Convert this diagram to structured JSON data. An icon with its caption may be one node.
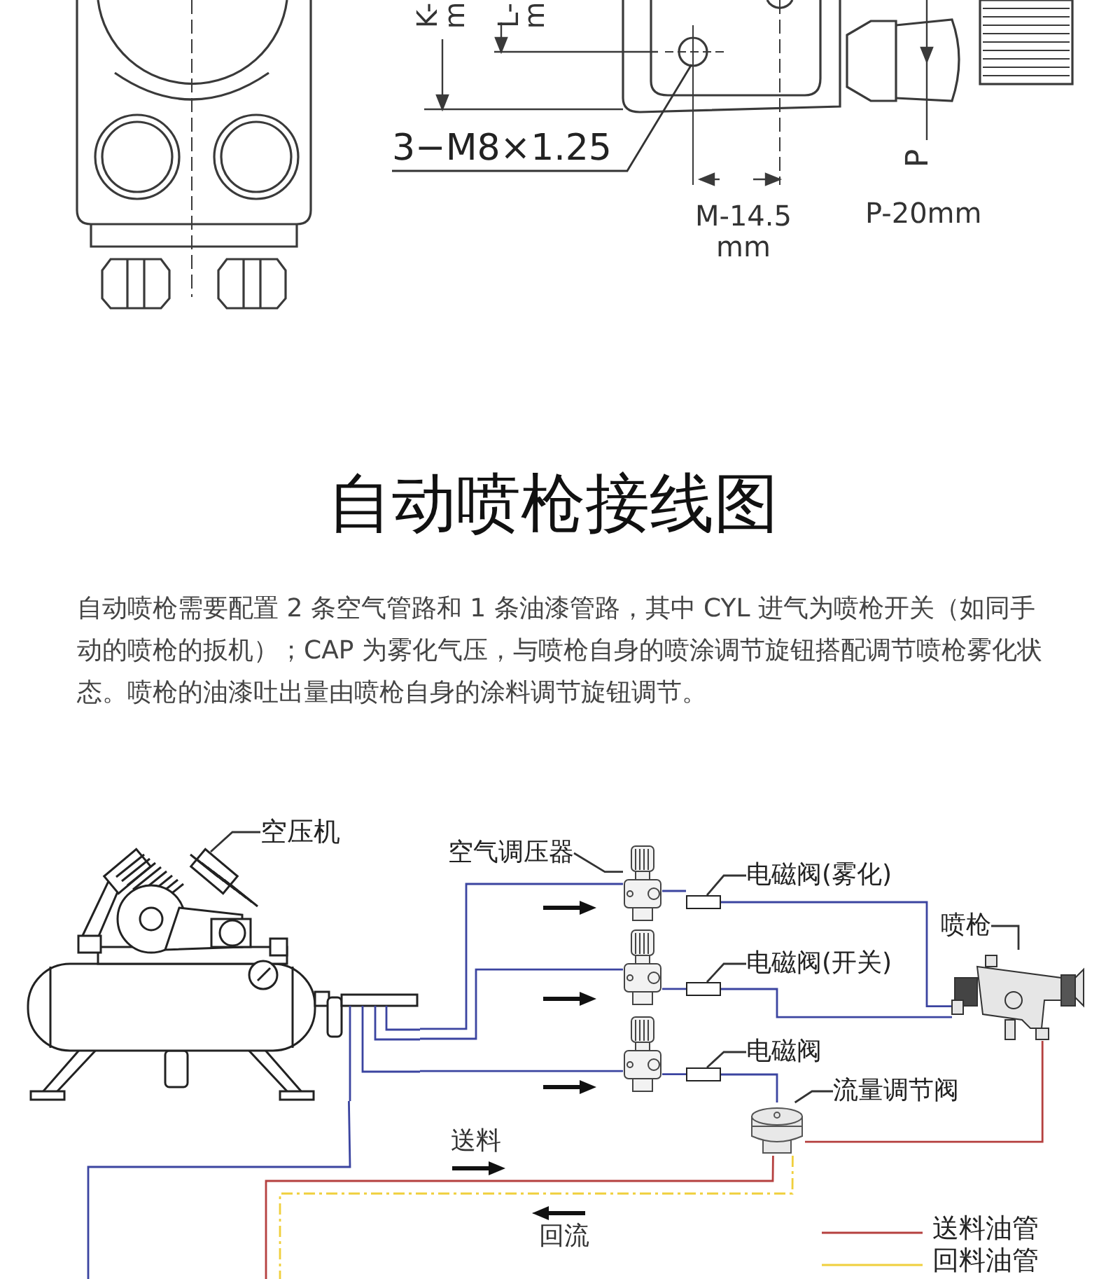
{
  "diagram": {
    "title": "自动喷枪接线图",
    "nodes": [
      {
        "text": [
          "3−M8×1.25"
        ]
      },
      {
        "text": [
          "空压机"
        ]
      },
      {
        "text": [],
        "shape": "picture"
      },
      {
        "text": [
          "空气调压器"
        ]
      },
      {
        "text": [],
        "shape": "picture"
      },
      {
        "text": [
          "电磁阀(雾化)"
        ]
      },
      {
        "text": [],
        "shape": "box"
      },
      {
        "text": [
          "喷枪"
        ]
      },
      {
        "text": [],
        "shape": "picture"
      },
      {
        "text": [],
        "shape": "picture"
      },
      {
        "text": [
          "电磁阀(开关)"
        ]
      },
      {
        "text": [],
        "shape": "box"
      },
      {
        "text": [],
        "shape": "picture"
      },
      {
        "text": [
          "电磁阀"
        ]
      },
      {
        "text": [],
        "shape": "box"
      },
      {
        "text": [
          "流量调节阀"
        ]
      },
      {
        "text": [],
        "shape": "picture"
      }
    ],
    "edges": [
      {
        "from": 0,
        "to": null,
        "arrow": "none",
        "color": "#333333"
      },
      {
        "from": 1,
        "to": 2,
        "arrow": "none",
        "color": "#333333"
      },
      {
        "from": 3,
        "to": 4,
        "arrow": "none",
        "color": "#333333"
      },
      {
        "from": 5,
        "to": 6,
        "arrow": "none",
        "color": "#333333"
      },
      {
        "from": 7,
        "to": 8,
        "arrow": "none",
        "color": "#333333"
      },
      {
        "from": 10,
        "to": 11,
        "arrow": "none",
        "color": "#333333"
      },
      {
        "from": 13,
        "to": 14,
        "arrow": "none",
        "color": "#333333"
      },
      {
        "from": 15,
        "to": 16,
        "arrow": "none",
        "color": "#333333"
      },
      {
        "from": 2,
        "to": 4,
        "arrow": "none"
      },
      {
        "from": 2,
        "to": 9,
        "arrow": "none"
      },
      {
        "from": 2,
        "to": 12,
        "arrow": "none"
      },
      {
        "from": 2,
        "to": null,
        "arrow": "none"
      },
      {
        "from": 4,
        "to": 6,
        "arrow": "none"
      },
      {
        "from": 9,
        "to": 11,
        "arrow": "none"
      },
      {
        "from": 12,
        "to": 14,
        "arrow": "none"
      },
      {
        "from": 6,
        "to": 8,
        "arrow": "none"
      },
      {
        "from": 11,
        "to": 8,
        "arrow": "none"
      },
      {
        "from": 14,
        "to": 16,
        "arrow": "none"
      },
      {
        "from": 16,
        "to": 8,
        "arrow": "none",
        "color": "#b5403f"
      },
      {
        "from": 16,
        "to": null,
        "arrow": "none",
        "color": "#b5403f"
      },
      {
        "from": 16,
        "to": null,
        "arrow": "none",
        "style": "dashed",
        "color": "#f0cf3c"
      }
    ],
    "labels": [
      "K-",
      "m",
      "L-",
      "m",
      "M-14.5 mm",
      "P-20mm",
      "P",
      "自动喷枪需要配置 2 条空气管路和 1 条油漆管路，其中 CYL 进气为喷枪开关（如同手动的喷枪的扳机）；CAP 为雾化气压，与喷枪自身的喷涂调节旋钮搭配调节喷枪雾化状态。喷枪的油漆吐出量由喷枪自身的涂料调节旋钮调节。",
      "送料",
      "回流"
    ],
    "legend": [
      {
        "text": "送料油管"
      },
      {
        "text": "回料油管"
      }
    ]
  }
}
